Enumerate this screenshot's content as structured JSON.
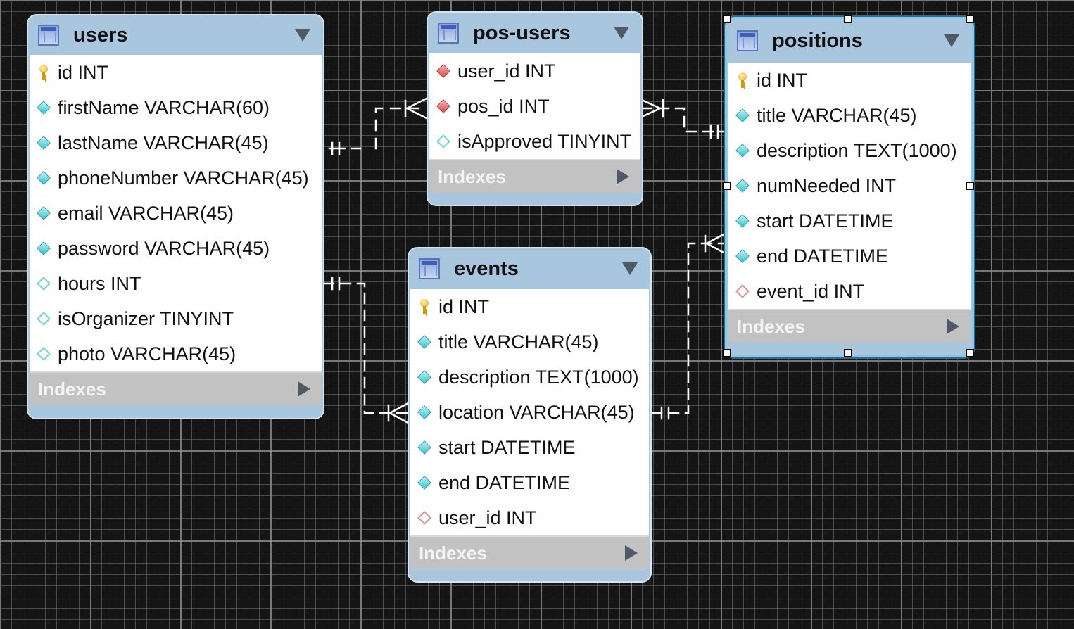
{
  "tables": {
    "users": {
      "name": "users",
      "columns": [
        {
          "label": "id INT",
          "icon": "primary-key-icon"
        },
        {
          "label": "firstName VARCHAR(60)",
          "icon": "column-diamond-icon"
        },
        {
          "label": "lastName VARCHAR(45)",
          "icon": "column-diamond-icon"
        },
        {
          "label": "phoneNumber VARCHAR(45)",
          "icon": "column-diamond-icon"
        },
        {
          "label": "email VARCHAR(45)",
          "icon": "column-diamond-icon"
        },
        {
          "label": "password VARCHAR(45)",
          "icon": "column-diamond-icon"
        },
        {
          "label": "hours INT",
          "icon": "nullable-column-icon"
        },
        {
          "label": "isOrganizer TINYINT",
          "icon": "nullable-column-icon"
        },
        {
          "label": "photo VARCHAR(45)",
          "icon": "nullable-column-icon"
        }
      ],
      "indexes_label": "Indexes"
    },
    "pos_users": {
      "name": "pos-users",
      "columns": [
        {
          "label": "user_id INT",
          "icon": "primary-foreign-key-icon"
        },
        {
          "label": "pos_id INT",
          "icon": "primary-foreign-key-icon"
        },
        {
          "label": "isApproved TINYINT",
          "icon": "nullable-column-icon"
        }
      ],
      "indexes_label": "Indexes"
    },
    "positions": {
      "name": "positions",
      "columns": [
        {
          "label": "id INT",
          "icon": "primary-key-icon"
        },
        {
          "label": "title VARCHAR(45)",
          "icon": "column-diamond-icon"
        },
        {
          "label": "description TEXT(1000)",
          "icon": "column-diamond-icon"
        },
        {
          "label": "numNeeded INT",
          "icon": "column-diamond-icon"
        },
        {
          "label": "start DATETIME",
          "icon": "column-diamond-icon"
        },
        {
          "label": "end DATETIME",
          "icon": "column-diamond-icon"
        },
        {
          "label": "event_id INT",
          "icon": "foreign-key-icon"
        }
      ],
      "indexes_label": "Indexes"
    },
    "events": {
      "name": "events",
      "columns": [
        {
          "label": "id INT",
          "icon": "primary-key-icon"
        },
        {
          "label": "title VARCHAR(45)",
          "icon": "column-diamond-icon"
        },
        {
          "label": "description TEXT(1000)",
          "icon": "column-diamond-icon"
        },
        {
          "label": "location VARCHAR(45)",
          "icon": "column-diamond-icon"
        },
        {
          "label": "start DATETIME",
          "icon": "column-diamond-icon"
        },
        {
          "label": "end DATETIME",
          "icon": "column-diamond-icon"
        },
        {
          "label": "user_id INT",
          "icon": "foreign-key-icon"
        }
      ],
      "indexes_label": "Indexes"
    }
  },
  "relationships": [
    {
      "from": "users",
      "to": "pos-users",
      "from_cardinality": "one",
      "to_cardinality": "many"
    },
    {
      "from": "positions",
      "to": "pos-users",
      "from_cardinality": "one",
      "to_cardinality": "many"
    },
    {
      "from": "users",
      "to": "events",
      "from_cardinality": "one",
      "to_cardinality": "many"
    },
    {
      "from": "events",
      "to": "positions",
      "from_cardinality": "one",
      "to_cardinality": "many"
    }
  ],
  "selected_table": "positions",
  "colors": {
    "canvas_background": "#151515",
    "grid_line": "#787878",
    "table_header": "#a9c6df",
    "indexes_bar": "#c2c2c2",
    "connector": "#ffffff",
    "selection_outline": "#8cc7e6"
  }
}
